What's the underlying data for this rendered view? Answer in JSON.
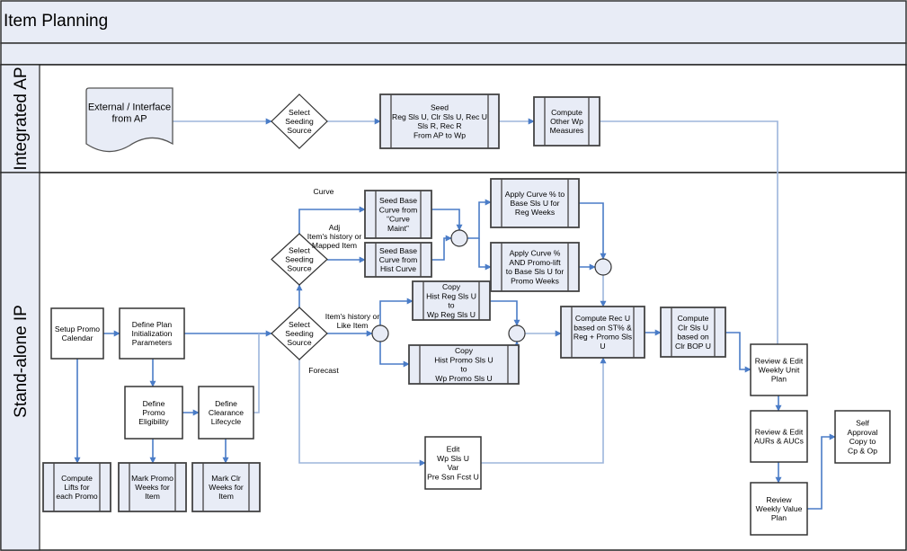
{
  "header": {
    "title": "Item Planning"
  },
  "lanes": [
    {
      "id": "integrated-ap",
      "label": "Integrated AP"
    },
    {
      "id": "standalone-ip",
      "label": "Stand-alone IP"
    }
  ],
  "colors": {
    "header_fill": "#e8ecf6",
    "lane_label_fill": "#e8ecf6",
    "process_fill": "#e8ecf6",
    "plain_fill": "#ffffff",
    "border": "#333333",
    "connector_dark": "#4a7cc7",
    "connector_light": "#9db5dc"
  },
  "nodes": {
    "external_interface": {
      "lines": [
        "External / Interface",
        "from AP"
      ]
    },
    "select_seeding_ap": {
      "lines": [
        "Select",
        "Seeding",
        "Source"
      ]
    },
    "seed_from_ap": {
      "lines": [
        "Seed",
        "Reg Sls U, Clr Sls U, Rec U",
        "Sls R, Rec R",
        "From AP to Wp"
      ]
    },
    "compute_other_wp": {
      "lines": [
        "Compute",
        "Other Wp",
        "Measures"
      ]
    },
    "setup_promo_calendar": {
      "lines": [
        "Setup Promo",
        "Calendar"
      ]
    },
    "define_plan_init": {
      "lines": [
        "Define Plan",
        "Initialization",
        "Parameters"
      ]
    },
    "define_promo_eligibility": {
      "lines": [
        "Define",
        "Promo",
        "Eligibility"
      ]
    },
    "define_clearance_lifecycle": {
      "lines": [
        "Define",
        "Clearance",
        "Lifecycle"
      ]
    },
    "compute_lifts": {
      "lines": [
        "Compute",
        "Lifts for",
        "each Promo"
      ]
    },
    "mark_promo_weeks": {
      "lines": [
        "Mark Promo",
        "Weeks for",
        "Item"
      ]
    },
    "mark_clr_weeks": {
      "lines": [
        "Mark Clr",
        "Weeks for",
        "Item"
      ]
    },
    "select_seeding_curve": {
      "lines": [
        "Select",
        "Seeding",
        "Source"
      ]
    },
    "select_seeding_main": {
      "lines": [
        "Select",
        "Seeding",
        "Source"
      ]
    },
    "seed_base_curve_maint": {
      "lines": [
        "Seed Base",
        "Curve from",
        "“Curve",
        "Maint”"
      ]
    },
    "seed_base_curve_hist": {
      "lines": [
        "Seed Base",
        "Curve from",
        "Hist Curve"
      ]
    },
    "apply_curve_reg": {
      "lines": [
        "Apply Curve % to",
        "Base Sls U for",
        "Reg Weeks"
      ]
    },
    "apply_curve_promo": {
      "lines": [
        "Apply Curve %",
        "AND Promo-lift",
        "to Base Sls U for",
        "Promo Weeks"
      ]
    },
    "copy_hist_reg": {
      "lines": [
        "Copy",
        "Hist Reg Sls U",
        "to",
        "Wp Reg Sls U"
      ]
    },
    "copy_hist_promo": {
      "lines": [
        "Copy",
        "Hist Promo Sls U",
        "to",
        "Wp Promo Sls U"
      ]
    },
    "compute_rec_u": {
      "lines": [
        "Compute Rec U",
        "based on ST% &",
        "Reg + Promo Sls",
        "U"
      ]
    },
    "compute_clr_sls": {
      "lines": [
        "Compute",
        "Clr Sls U",
        "based on",
        "Clr BOP U"
      ]
    },
    "edit_wp_sls": {
      "lines": [
        "Edit",
        "Wp Sls U",
        "Var",
        "Pre Ssn Fcst U"
      ]
    },
    "review_weekly_unit": {
      "lines": [
        "Review & Edit",
        "Weekly Unit",
        "Plan"
      ]
    },
    "review_aurs": {
      "lines": [
        "Review & Edit",
        "AURs & AUCs"
      ]
    },
    "review_weekly_value": {
      "lines": [
        "Review",
        "Weekly Value",
        "Plan"
      ]
    },
    "self_approval": {
      "lines": [
        "Self",
        "Approval",
        "Copy to",
        "Cp & Op"
      ]
    }
  },
  "edge_labels": {
    "curve": [
      "Curve"
    ],
    "adj_history": [
      "Adj",
      "Item's history or",
      "Mapped Item"
    ],
    "history_like": [
      "Item's history or",
      "Like Item"
    ],
    "forecast": [
      "Forecast"
    ]
  }
}
